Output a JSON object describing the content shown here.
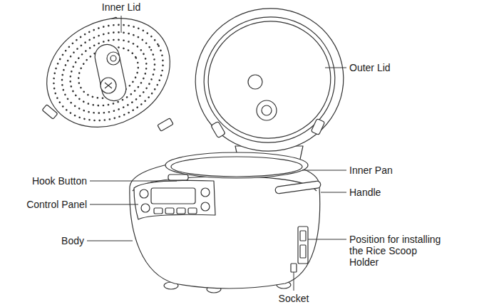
{
  "diagram": {
    "labels": [
      "Inner Lid",
      "Outer Lid",
      "Hook Button",
      "Inner Pan",
      "Control Panel",
      "Handle",
      "Body",
      "Position for installing the Rice Scoop Holder",
      "Socket"
    ]
  }
}
